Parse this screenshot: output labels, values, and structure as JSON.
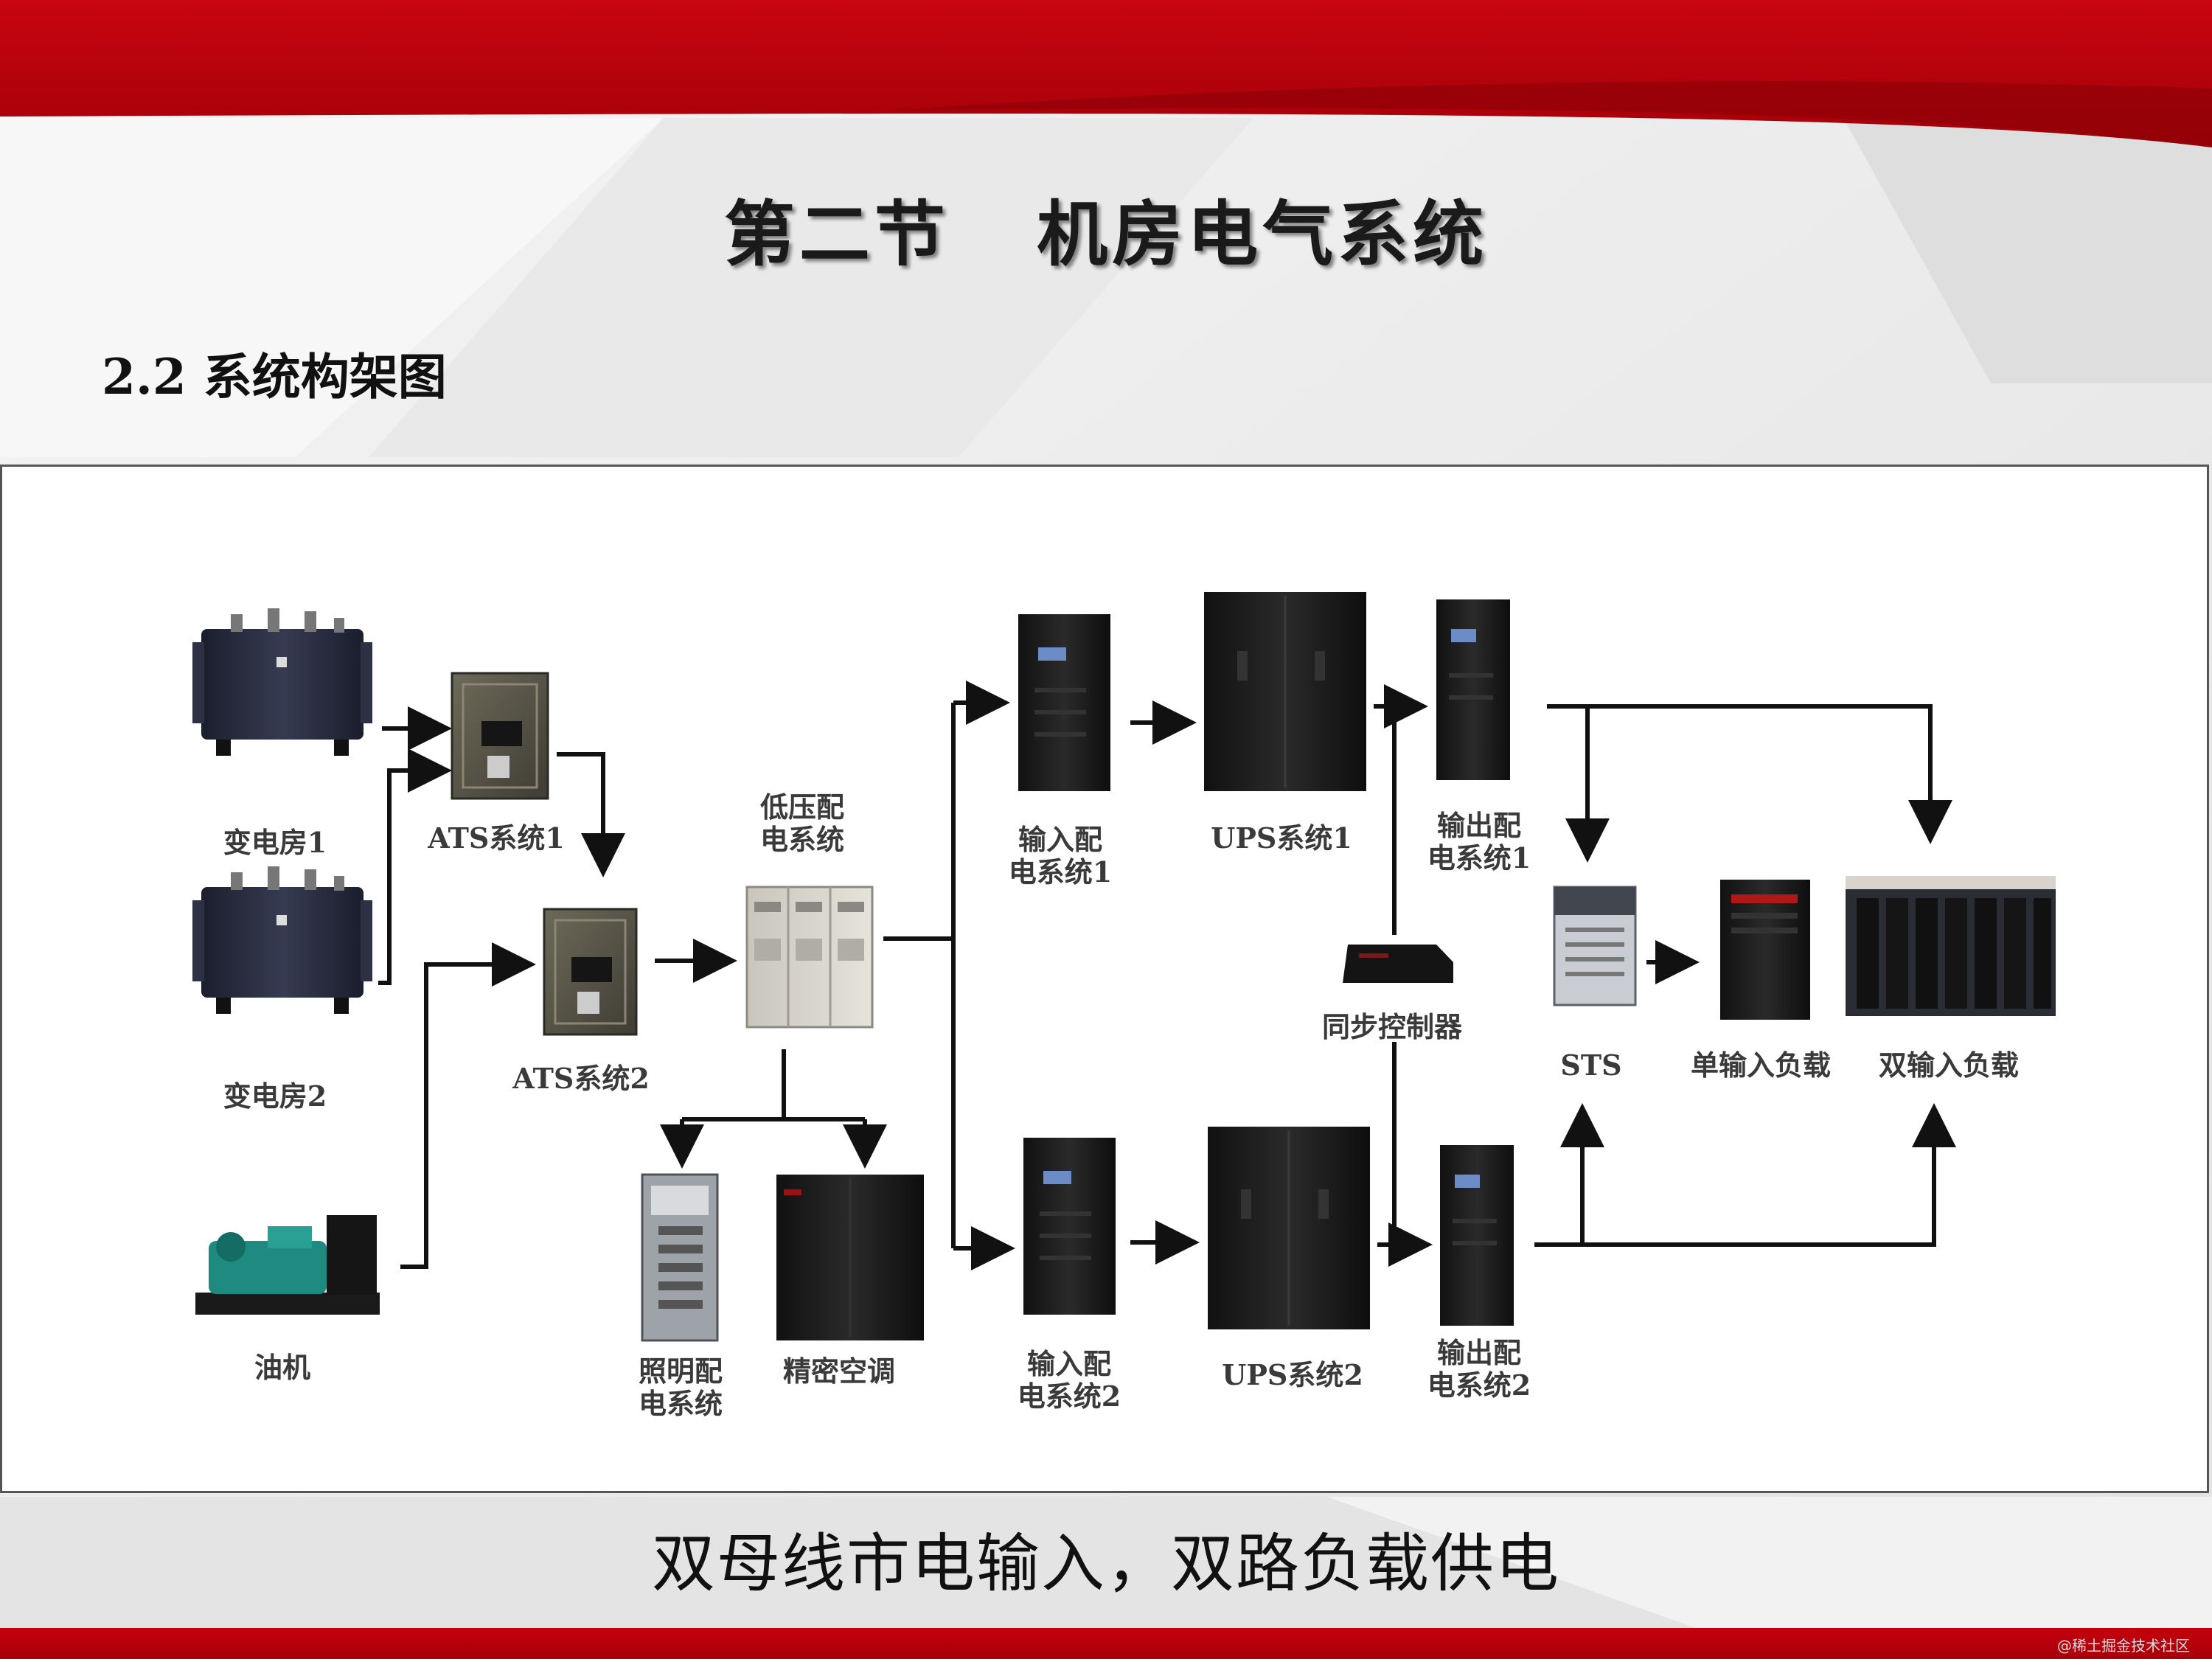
{
  "slide": {
    "title": "第二节   机房电气系统",
    "section_heading": "2.2 系统构架图",
    "caption": "双母线市电输入，双路负载供电",
    "watermark": "@稀土掘金技术社区"
  },
  "colors": {
    "brand_red": "#c4000c",
    "equipment_dark": "#1c1c1c",
    "transformer_navy": "#262a3a",
    "generator_teal": "#1f8a80",
    "connector_black": "#111111"
  },
  "diagram": {
    "nodes": {
      "transformer1": {
        "label": "变电房1",
        "icon": "transformer-icon"
      },
      "transformer2": {
        "label": "变电房2",
        "icon": "transformer-icon"
      },
      "generator": {
        "label": "油机",
        "icon": "generator-icon"
      },
      "ats1": {
        "label": "ATS系统1",
        "icon": "ats-cabinet-icon"
      },
      "ats2": {
        "label": "ATS系统2",
        "icon": "ats-cabinet-icon"
      },
      "lv": {
        "label_line1": "低压配",
        "label_line2": "电系统",
        "icon": "switchgear-icon"
      },
      "lighting": {
        "label_line1": "照明配",
        "label_line2": "电系统",
        "icon": "lighting-panel-icon"
      },
      "ac": {
        "label": "精密空调",
        "icon": "precision-ac-icon"
      },
      "in_dist1": {
        "label_line1": "输入配",
        "label_line2": "电系统1",
        "icon": "distribution-cabinet-icon"
      },
      "in_dist2": {
        "label_line1": "输入配",
        "label_line2": "电系统2",
        "icon": "distribution-cabinet-icon"
      },
      "ups1": {
        "label": "UPS系统1",
        "icon": "ups-icon"
      },
      "ups2": {
        "label": "UPS系统2",
        "icon": "ups-icon"
      },
      "out_dist1": {
        "label_line1": "输出配",
        "label_line2": "电系统1",
        "icon": "distribution-cabinet-icon"
      },
      "out_dist2": {
        "label_line1": "输出配",
        "label_line2": "电系统2",
        "icon": "distribution-cabinet-icon"
      },
      "sync": {
        "label": "同步控制器",
        "icon": "sync-controller-icon"
      },
      "sts": {
        "label": "STS",
        "icon": "sts-switch-icon"
      },
      "single_load": {
        "label": "单输入负载",
        "icon": "server-tower-icon"
      },
      "dual_load": {
        "label": "双输入负载",
        "icon": "server-room-icon"
      }
    }
  }
}
